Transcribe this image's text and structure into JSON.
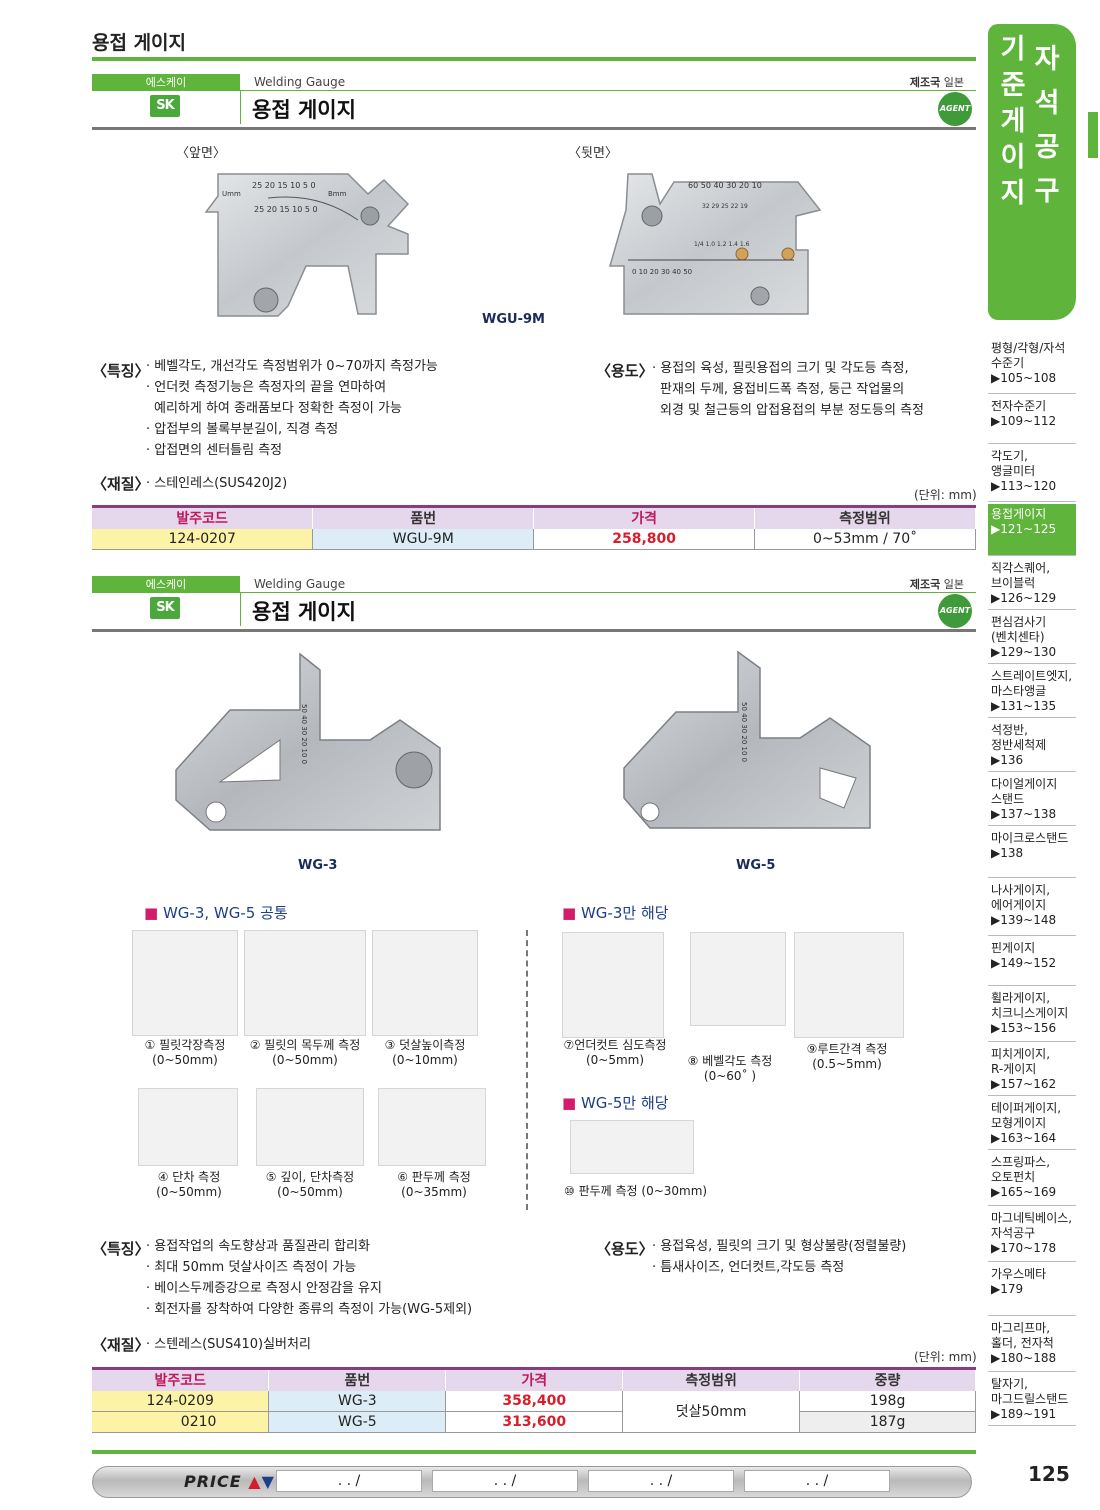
{
  "page": {
    "title": "용접 게이지",
    "number": "125"
  },
  "product1": {
    "brand": "에스케이",
    "eng": "Welding Gauge",
    "country_label": "제조국",
    "country": "일본",
    "logo": "SK",
    "agent": "AGENT",
    "ktitle": "용접 게이지",
    "front_label": "〈앞면〉",
    "back_label": "〈뒷면〉",
    "model_caption": "WGU-9M",
    "features_label": "〈특징〉",
    "features": [
      "· 베벨각도, 개선각도 측정범위가 0~70까지 측정가능",
      "· 언더컷 측정기능은 측정자의 끝을 연마하여",
      "  예리하게 하여 종래품보다 정확한 측정이 가능",
      "· 압접부의 볼록부분길이, 직경 측정",
      "· 압접면의 센터틀림 측정"
    ],
    "usage_label": "〈용도〉",
    "usage": [
      "· 용접의 육성, 필릿용접의 크기 및 각도등 측정,",
      "  판재의 두께, 용접비드폭 측정, 둥근 작업물의",
      "  외경 및 철근등의 압접용접의 부분 정도등의 측정"
    ],
    "material_label": "〈재질〉",
    "material": "· 스테인레스(SUS420J2)",
    "unit": "(단위: mm)",
    "table": {
      "headers": [
        "발주코드",
        "품번",
        "가격",
        "측정범위"
      ],
      "rows": [
        [
          "124-0207",
          "WGU-9M",
          "258,800",
          "0~53mm / 70˚"
        ]
      ]
    }
  },
  "product2": {
    "brand": "에스케이",
    "eng": "Welding Gauge",
    "country_label": "제조국",
    "country": "일본",
    "logo": "SK",
    "agent": "AGENT",
    "ktitle": "용접 게이지",
    "model_a": "WG-3",
    "model_b": "WG-5",
    "common_head": "WG-3, WG-5 공통",
    "wg3_head": "WG-3만 해당",
    "wg5_head": "WG-5만 해당",
    "diagrams_common": [
      [
        "① 필릿각장측정",
        "(0~50mm)"
      ],
      [
        "② 필릿의 목두께 측정",
        "(0~50mm)"
      ],
      [
        "③ 덧살높이측정",
        "(0~10mm)"
      ],
      [
        "④ 단차 측정",
        "(0~50mm)"
      ],
      [
        "⑤ 깊이, 단차측정",
        "(0~50mm)"
      ],
      [
        "⑥ 판두께 측정",
        "(0~35mm)"
      ]
    ],
    "diagrams_wg3": [
      [
        "⑦언더컷트 심도측정",
        "(0~5mm)"
      ],
      [
        "⑧ 베벨각도 측정",
        "(0~60˚ )"
      ],
      [
        "⑨루트간격 측정",
        "(0.5~5mm)"
      ]
    ],
    "diagram_wg5": "⑩ 판두께 측정 (0~30mm)",
    "features_label": "〈특징〉",
    "features": [
      "· 용접작업의 속도향상과 품질관리 합리화",
      "· 최대 50mm 덧살사이즈 측정이 가능",
      "· 베이스두께증강으로 측정시 안정감을 유지",
      "· 회전자를 장착하여 다양한 종류의 측정이 가능(WG-5제외)"
    ],
    "usage_label": "〈용도〉",
    "usage": [
      "· 용접육성, 필릿의 크기 및 형상불량(정렬불량)",
      "· 틈새사이즈, 언더컷트,각도등 측정"
    ],
    "material_label": "〈재질〉",
    "material": "· 스텐레스(SUS410)실버처리",
    "unit": "(단위: mm)",
    "table": {
      "headers": [
        "발주코드",
        "품번",
        "가격",
        "측정범위",
        "중량"
      ],
      "rows": [
        [
          "124-0209",
          "WG-3",
          "358,400",
          "덧살50mm",
          "198g"
        ],
        [
          "0210",
          "WG-5",
          "313,600",
          "",
          "187g"
        ]
      ]
    }
  },
  "sidebar": {
    "tab_col_a": [
      "기",
      "준",
      "게",
      "이",
      "지"
    ],
    "tab_col_b": [
      "자",
      "석",
      "공",
      "구"
    ],
    "items": [
      {
        "lines": [
          "평형/각형/자석",
          "수준기",
          "▶105~108"
        ]
      },
      {
        "lines": [
          "전자수준기",
          "▶109~112"
        ]
      },
      {
        "lines": [
          "각도기,",
          "앵글미터",
          "▶113~120"
        ]
      },
      {
        "lines": [
          "용접게이지",
          "▶121~125"
        ]
      },
      {
        "lines": [
          "직각스퀘어,",
          "브이블럭",
          "▶126~129"
        ]
      },
      {
        "lines": [
          "편심검사기",
          "(벤치센타)",
          "▶129~130"
        ]
      },
      {
        "lines": [
          "스트레이트엣지,",
          "마스타앵글",
          "▶131~135"
        ]
      },
      {
        "lines": [
          "석정반,",
          "정반세척제",
          "▶136"
        ]
      },
      {
        "lines": [
          "다이얼게이지",
          "스탠드",
          "▶137~138"
        ]
      },
      {
        "lines": [
          "마이크로스탠드",
          "▶138"
        ]
      },
      {
        "lines": [
          "나사게이지,",
          "에어게이지",
          "▶139~148"
        ]
      },
      {
        "lines": [
          "핀게이지",
          "▶149~152"
        ]
      },
      {
        "lines": [
          "휠라게이지,",
          "치크니스게이지",
          "▶153~156"
        ]
      },
      {
        "lines": [
          "피치게이지,",
          "R-게이지",
          "▶157~162"
        ]
      },
      {
        "lines": [
          "테이퍼게이지,",
          "모형게이지",
          "▶163~164"
        ]
      },
      {
        "lines": [
          "스프링파스,",
          "오토펀치",
          "▶165~169"
        ]
      },
      {
        "lines": [
          "마그네틱베이스,",
          "자석공구",
          "▶170~178"
        ]
      },
      {
        "lines": [
          "가우스메타",
          "▶179"
        ]
      },
      {
        "lines": [
          "마그리프마,",
          "홀더, 전자척",
          "▶180~188"
        ]
      },
      {
        "lines": [
          "탈자기,",
          "마그드릴스탠드",
          "▶189~191"
        ]
      }
    ]
  },
  "price_strip": {
    "label": "PRICE",
    "slot": ". . /"
  },
  "gauge_marks": {
    "wgu_scale_top": "25 20 15 10 5 0",
    "wgu_scale_bot": "25 20 15 10 5 0",
    "wgu_u": "Umm",
    "wgu_b": "Bmm",
    "back_scale": "60 50 40 30 20 10",
    "back_small": "1/4  1.0 1.2 1.4 1.6",
    "back_base": "0  10  20  30  40  50",
    "back_side": "32 29 25 22 19",
    "wg_scale": "50 40 30 20 10 0"
  }
}
